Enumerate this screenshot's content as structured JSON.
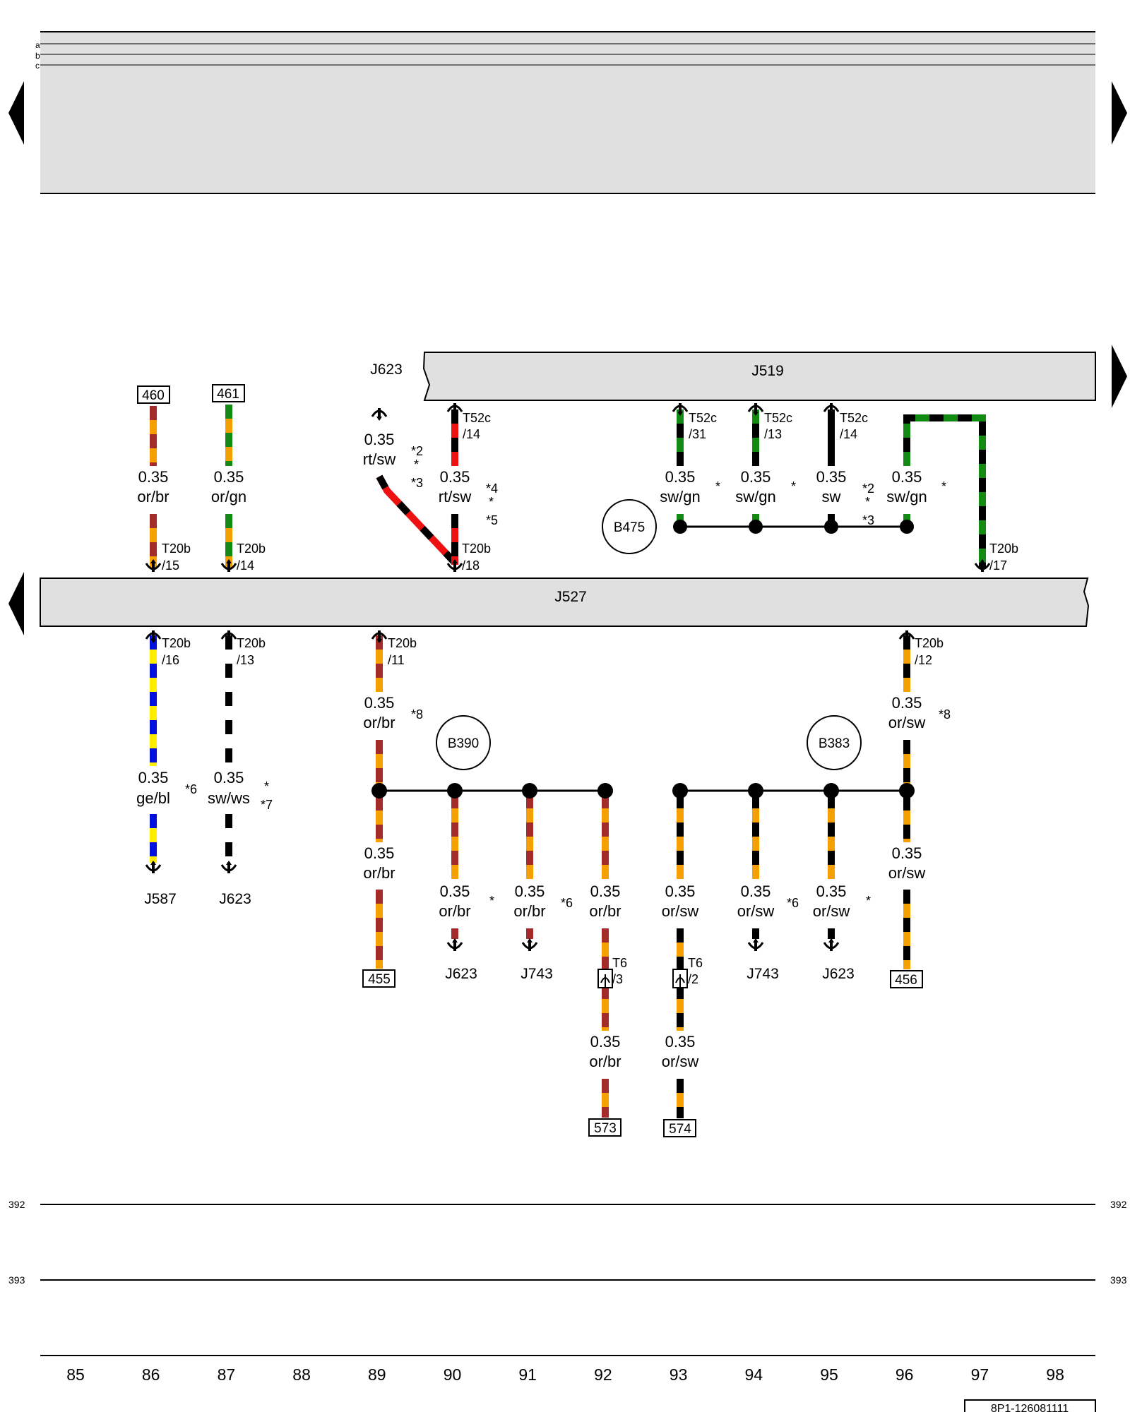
{
  "diagram": {
    "ref_code": "8P1-126081111",
    "top_lines": [
      "a",
      "b",
      "c"
    ],
    "rail_labels": [
      "392",
      "393"
    ],
    "column_numbers": [
      "85",
      "86",
      "87",
      "88",
      "89",
      "90",
      "91",
      "92",
      "93",
      "94",
      "95",
      "96",
      "97",
      "98"
    ],
    "modules": {
      "j519": "J519",
      "j527": "J527",
      "j623_top": "J623"
    },
    "junctions": {
      "b475": "B475",
      "b390": "B390",
      "b383": "B383"
    },
    "page_refs": {
      "r460": "460",
      "r461": "461",
      "r455": "455",
      "r456": "456",
      "r573": "573",
      "r574": "574"
    },
    "components": {
      "j587": "J587",
      "j623_86": "J623",
      "j623_90": "J623",
      "j743_91": "J743",
      "j743_94": "J743",
      "j623_95": "J623"
    },
    "pins": {
      "t20b_15": [
        "T20b",
        "/15"
      ],
      "t20b_14": [
        "T20b",
        "/14"
      ],
      "t20b_18": [
        "T20b",
        "/18"
      ],
      "t20b_17": [
        "T20b",
        "/17"
      ],
      "t20b_16": [
        "T20b",
        "/16"
      ],
      "t20b_13": [
        "T20b",
        "/13"
      ],
      "t20b_11": [
        "T20b",
        "/11"
      ],
      "t20b_12": [
        "T20b",
        "/12"
      ],
      "t52c_14a": [
        "T52c",
        "/14"
      ],
      "t52c_31": [
        "T52c",
        "/31"
      ],
      "t52c_13": [
        "T52c",
        "/13"
      ],
      "t52c_14b": [
        "T52c",
        "/14"
      ],
      "t6_3": [
        "T6",
        "/3"
      ],
      "t6_2": [
        "T6",
        "/2"
      ]
    },
    "wires": {
      "w86_top": [
        "0.35",
        "or/br"
      ],
      "w87_top": [
        "0.35",
        "or/gn"
      ],
      "w89_top": [
        "0.35",
        "rt/sw"
      ],
      "w90_top": [
        "0.35",
        "rt/sw"
      ],
      "w93_top": [
        "0.35",
        "sw/gn"
      ],
      "w94_top": [
        "0.35",
        "sw/gn"
      ],
      "w95_top": [
        "0.35",
        "sw"
      ],
      "w96_top": [
        "0.35",
        "sw/gn"
      ],
      "w86_bot": [
        "0.35",
        "ge/bl"
      ],
      "w87_bot": [
        "0.35",
        "sw/ws"
      ],
      "w89_a": [
        "0.35",
        "or/br"
      ],
      "w89_b": [
        "0.35",
        "or/br"
      ],
      "w90_b": [
        "0.35",
        "or/br"
      ],
      "w91_b": [
        "0.35",
        "or/br"
      ],
      "w92_b": [
        "0.35",
        "or/br"
      ],
      "w92_c": [
        "0.35",
        "or/br"
      ],
      "w93_b": [
        "0.35",
        "or/sw"
      ],
      "w93_c": [
        "0.35",
        "or/sw"
      ],
      "w94_b": [
        "0.35",
        "or/sw"
      ],
      "w95_b": [
        "0.35",
        "or/sw"
      ],
      "w96_a": [
        "0.35",
        "or/sw"
      ],
      "w96_b": [
        "0.35",
        "or/sw"
      ]
    },
    "footnotes": {
      "f89": [
        "*2",
        "*",
        "*3"
      ],
      "f90": [
        "*4",
        "*",
        "*5"
      ],
      "f93": "*",
      "f94": "*",
      "f95": [
        "*2",
        "*",
        "*3"
      ],
      "f96": "*",
      "f89b": "*8",
      "f96b": "*8",
      "f86": "*6",
      "f87": [
        "*",
        "*7"
      ],
      "f90b": "*",
      "f91b": "*6",
      "f94b": "*6",
      "f95b": "*"
    },
    "colors": {
      "or": "#f5a000",
      "br": "#a52a2a",
      "gn": "#138a13",
      "rt": "#ee1111",
      "sw": "#000000",
      "ge": "#ffee00",
      "bl": "#0011dd",
      "ws": "#ffffff",
      "panel": "#e0e0e0"
    }
  }
}
